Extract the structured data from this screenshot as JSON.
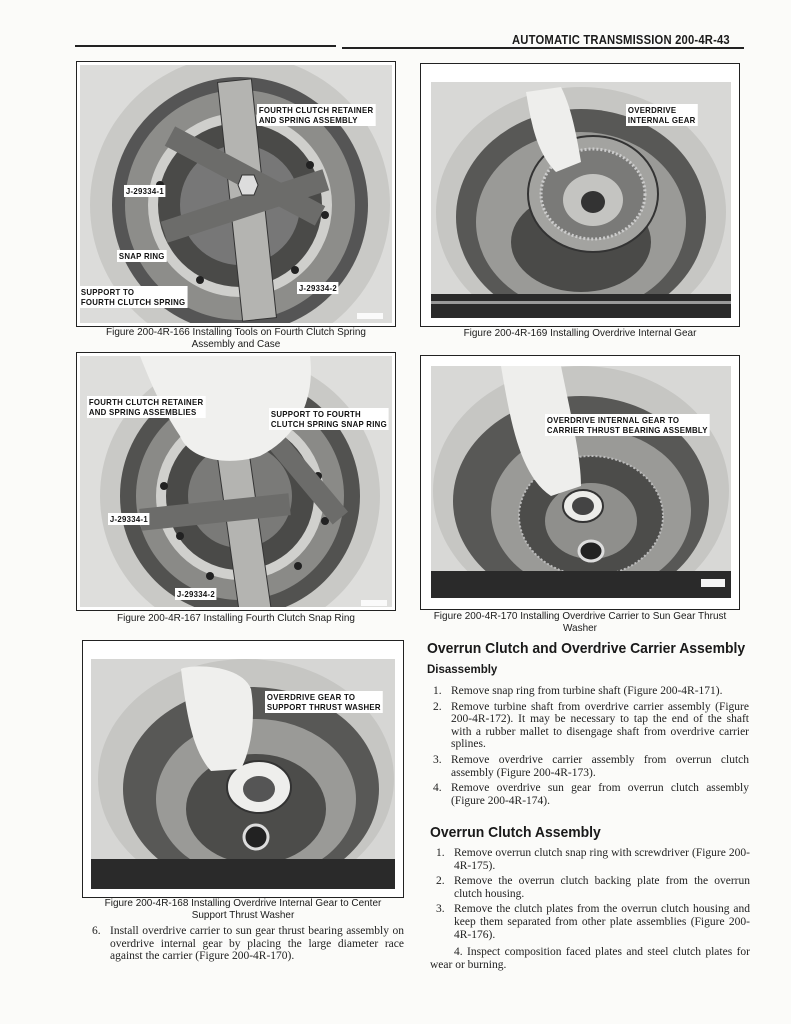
{
  "header": {
    "title": "AUTOMATIC TRANSMISSION  200-4R-43"
  },
  "figures": [
    {
      "id": "200-4R-166",
      "caption": "Figure 200-4R-166 Installing Tools on Fourth Clutch Spring Assembly and Case",
      "callouts": [
        "FOURTH CLUTCH RETAINER\nAND SPRING ASSEMBLY",
        "J-29334-1",
        "SNAP RING",
        "SUPPORT TO\nFOURTH CLUTCH SPRING",
        "J-29334-2"
      ]
    },
    {
      "id": "200-4R-169",
      "caption": "Figure 200-4R-169 Installing Overdrive Internal Gear",
      "callouts": [
        "OVERDRIVE\nINTERNAL GEAR"
      ]
    },
    {
      "id": "200-4R-167",
      "caption": "Figure 200-4R-167 Installing Fourth Clutch Snap Ring",
      "callouts": [
        "FOURTH CLUTCH RETAINER\nAND SPRING ASSEMBLIES",
        "SUPPORT TO FOURTH\nCLUTCH SPRING SNAP RING",
        "J-29334-1",
        "J-29334-2"
      ]
    },
    {
      "id": "200-4R-170",
      "caption": "Figure 200-4R-170 Installing Overdrive Carrier to Sun Gear Thrust Washer",
      "callouts": [
        "OVERDRIVE INTERNAL GEAR TO\nCARRIER THRUST BEARING ASSEMBLY"
      ]
    },
    {
      "id": "200-4R-168",
      "caption": "Figure 200-4R-168 Installing Overdrive Internal Gear to Center Support Thrust Washer",
      "callouts": [
        "OVERDRIVE GEAR TO\nSUPPORT THRUST WASHER"
      ]
    }
  ],
  "left_column": {
    "step6": {
      "num": "6.",
      "text": "Install overdrive carrier to sun gear thrust bearing assembly on overdrive internal gear by placing the large diameter race against the carrier (Figure 200-4R-170)."
    }
  },
  "sections": [
    {
      "heading": "Overrun Clutch and Overdrive Carrier Assembly",
      "subheading": "Disassembly",
      "steps": [
        {
          "num": "1.",
          "text": "Remove snap ring from turbine shaft (Figure 200-4R-171)."
        },
        {
          "num": "2.",
          "text": "Remove turbine shaft from overdrive carrier assembly (Figure 200-4R-172). It may be necessary to tap the end of the shaft with a rubber mallet to disengage shaft from overdrive carrier splines."
        },
        {
          "num": "3.",
          "text": "Remove overdrive carrier assembly from overrun clutch assembly (Figure 200-4R-173)."
        },
        {
          "num": "4.",
          "text": "Remove overdrive sun gear from overrun clutch assembly (Figure 200-4R-174)."
        }
      ]
    },
    {
      "heading": "Overrun Clutch Assembly",
      "steps": [
        {
          "num": "1.",
          "text": "Remove overrun clutch snap ring with screwdriver (Figure 200-4R-175)."
        },
        {
          "num": "2.",
          "text": "Remove the overrun clutch backing plate from the overrun clutch housing."
        },
        {
          "num": "3.",
          "text": "Remove the clutch plates from the overrun clutch housing and keep them separated from other plate assemblies (Figure 200-4R-176)."
        }
      ],
      "trailing_paragraph": "4. Inspect composition faced plates and steel clutch plates for wear or burning."
    }
  ],
  "colors": {
    "ink": "#1a1a1a",
    "paper": "#fbfbf9",
    "photo_light": "#e4e4e2",
    "photo_dark": "#3a3a3a"
  }
}
